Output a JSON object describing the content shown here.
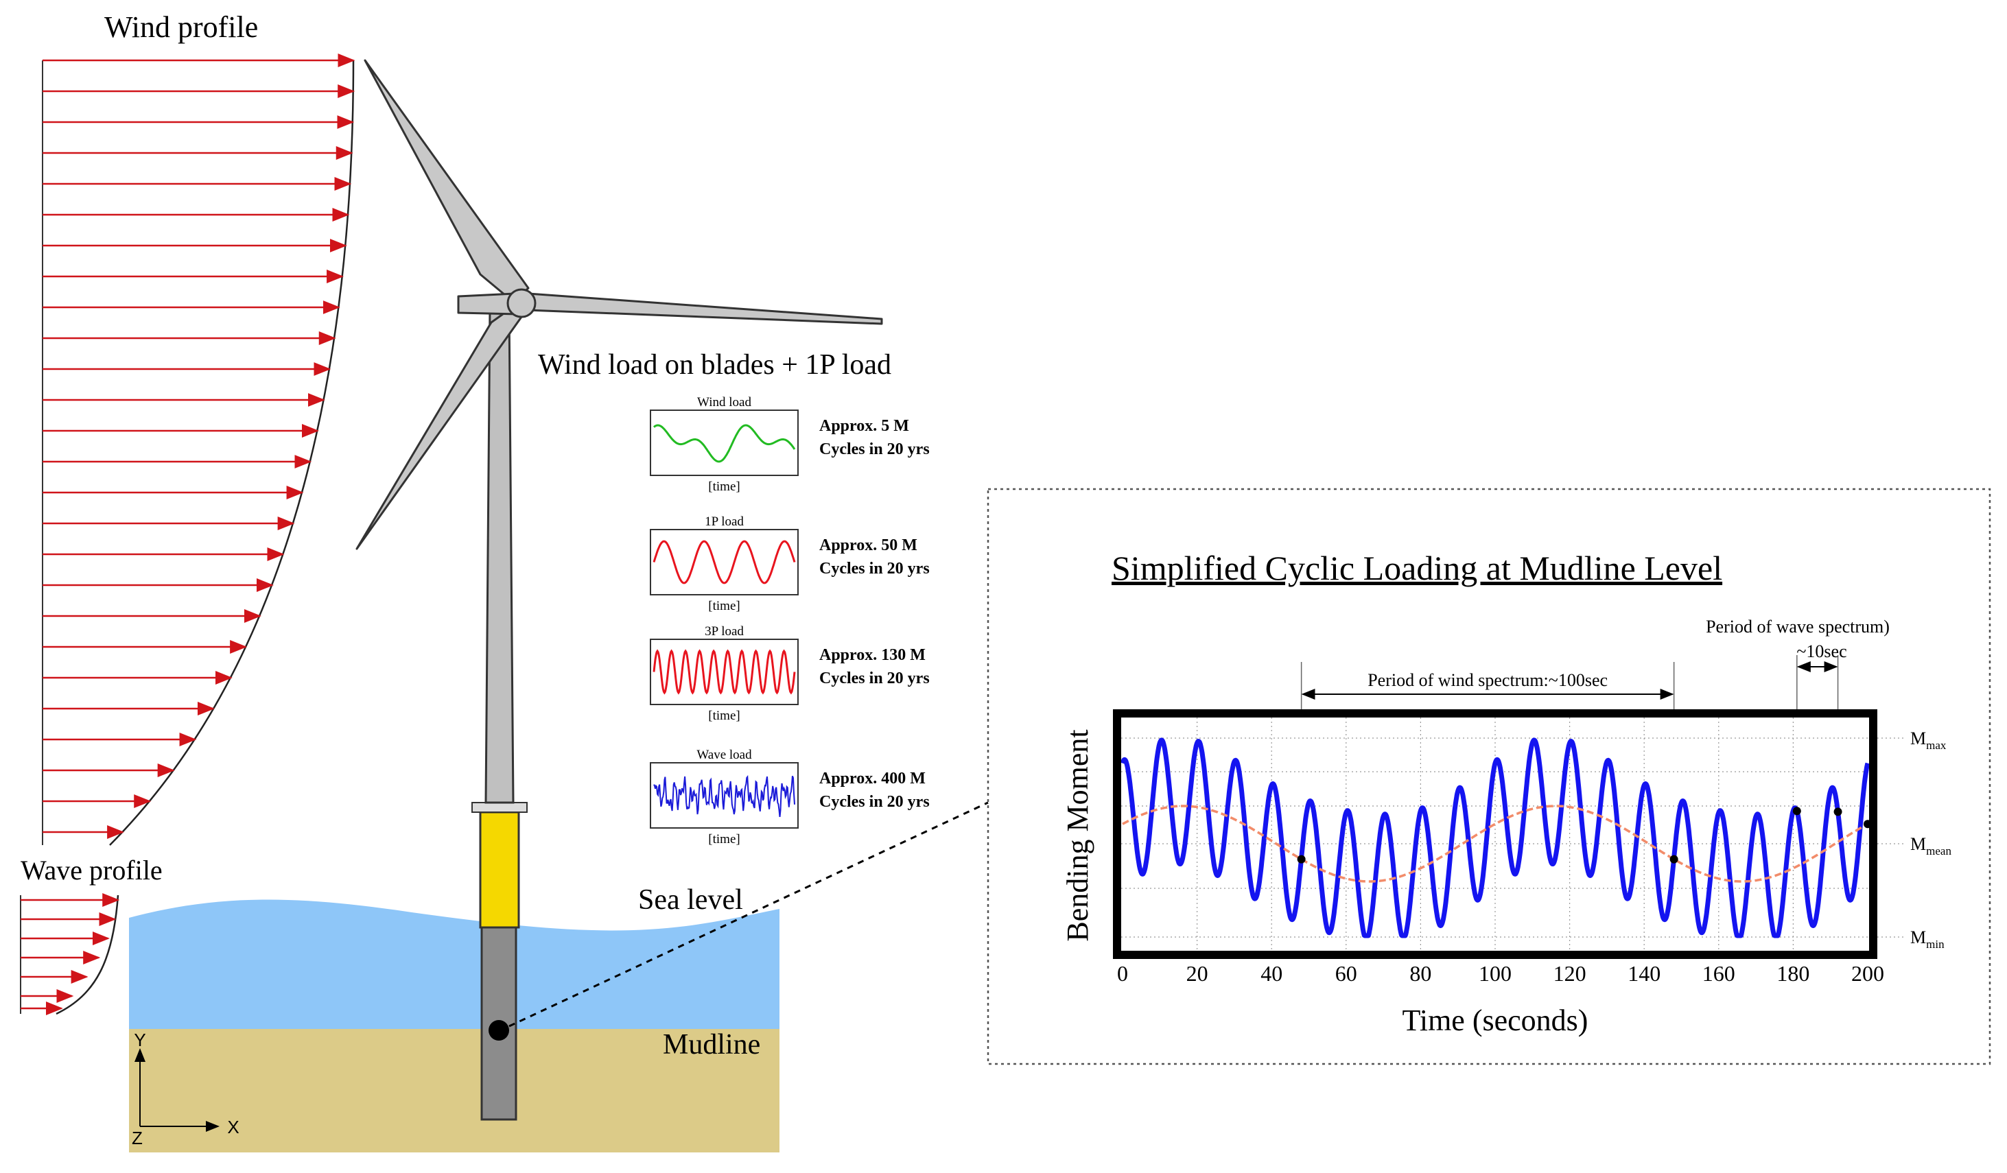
{
  "labels": {
    "wind_profile": "Wind profile",
    "wave_profile": "Wave profile",
    "sea_level": "Sea level",
    "mudline": "Mudline",
    "axis_y": "Y",
    "axis_z": "Z",
    "axis_x": "X",
    "blade_load_title": "Wind load on blades + 1P load"
  },
  "load_panels": [
    {
      "title": "Wind load",
      "time_label": "[time]",
      "cycles": "Approx. 5 M",
      "period": "Cycles in 20 yrs",
      "color": "#22bb22"
    },
    {
      "title": "1P load",
      "time_label": "[time]",
      "cycles": "Approx. 50 M",
      "period": "Cycles in 20 yrs",
      "color": "#e8141e"
    },
    {
      "title": "3P load",
      "time_label": "[time]",
      "cycles": "Approx. 130 M",
      "period": "Cycles in 20 yrs",
      "color": "#e8141e"
    },
    {
      "title": "Wave load",
      "time_label": "[time]",
      "cycles": "Approx. 400 M",
      "period": "Cycles in 20 yrs",
      "color": "#1a1ad8"
    }
  ],
  "colors": {
    "arrow": "#d0141a",
    "water": "#8ec6f8",
    "seabed": "#dccb88",
    "transition_piece": "#f5d800",
    "monopile": "#8c8c8c",
    "turbine": "#c8c8c8",
    "moment_curve": "#1414f0",
    "mean_curve": "#f28c6a"
  },
  "chart_data": {
    "type": "line",
    "title": "Simplified Cyclic Loading at Mudline Level",
    "xlabel": "Time (seconds)",
    "ylabel": "Bending Moment",
    "x_ticks": [
      "0",
      "20",
      "40",
      "60",
      "80",
      "100",
      "120",
      "140",
      "160",
      "180",
      "200"
    ],
    "xlim": [
      0,
      200
    ],
    "grid": true,
    "y_level_labels": [
      {
        "base": "M",
        "sub": "max"
      },
      {
        "base": "M",
        "sub": "mean"
      },
      {
        "base": "M",
        "sub": "min"
      }
    ],
    "wind_period_label": "Period of wind spectrum:~100sec",
    "wind_period_span": [
      48,
      148
    ],
    "wave_period_label": "Period of wave spectrum)",
    "wave_period_value": "~10sec",
    "wave_period_span": [
      181,
      192
    ],
    "series": [
      {
        "style": "bold",
        "color": "#1414f0",
        "description_free": true,
        "mean_period_s": 100,
        "wave_period_s": 10,
        "wave_amplitude": 0.45
      },
      {
        "style": "dashed",
        "color": "#f28c6a",
        "mean_period_s": 100,
        "mean_amplitude": 0.3
      }
    ],
    "marked_points_x": [
      48,
      148,
      181,
      192,
      200
    ]
  }
}
